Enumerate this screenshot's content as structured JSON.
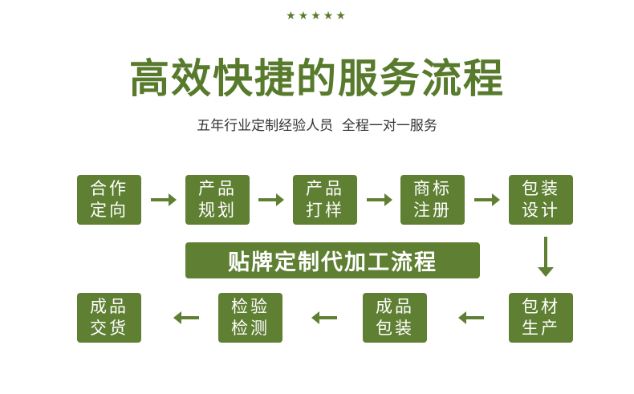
{
  "stars": "★★★★★",
  "title": "高效快捷的服务流程",
  "subtitle": "五年行业定制经验人员  全程一对一服务",
  "banner": "贴牌定制代加工流程",
  "top_steps": [
    "合作定向",
    "产品规划",
    "产品打样",
    "商标注册",
    "包装设计"
  ],
  "bottom_steps": [
    "包材生产",
    "成品包装",
    "检验检测",
    "成品交货"
  ],
  "colors": {
    "green": "#5f7f33",
    "title": "#587a2c"
  }
}
